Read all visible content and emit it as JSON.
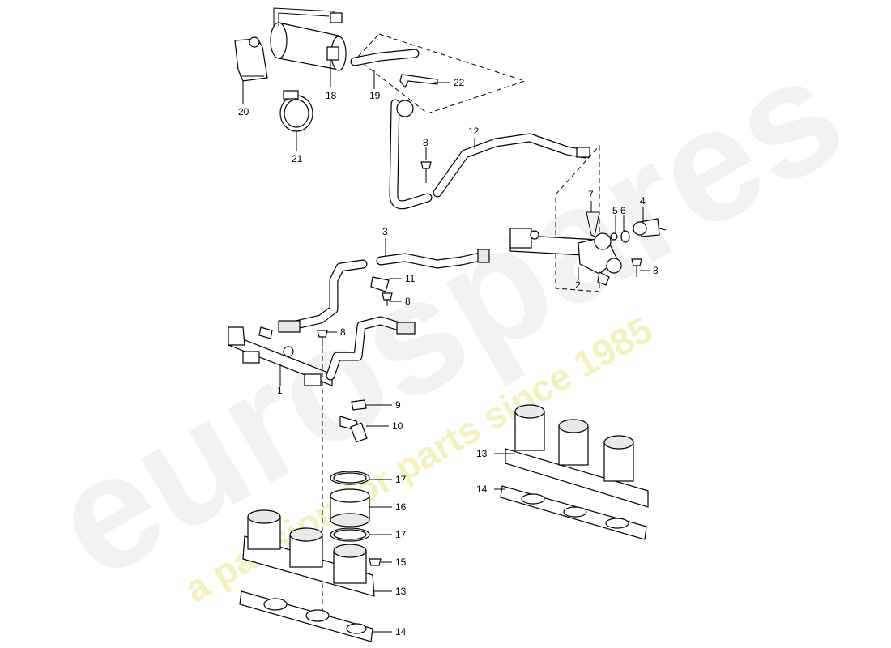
{
  "watermark": {
    "logo_text": "eurospares",
    "tagline": "a passion for parts since 1985",
    "tagline_color": "#e8e06a"
  },
  "callouts": [
    {
      "id": "c1",
      "label": "1"
    },
    {
      "id": "c2",
      "label": "2"
    },
    {
      "id": "c3",
      "label": "3"
    },
    {
      "id": "c4",
      "label": "4"
    },
    {
      "id": "c5",
      "label": "5"
    },
    {
      "id": "c6",
      "label": "6"
    },
    {
      "id": "c7",
      "label": "7"
    },
    {
      "id": "c8a",
      "label": "8"
    },
    {
      "id": "c8b",
      "label": "8"
    },
    {
      "id": "c8c",
      "label": "8"
    },
    {
      "id": "c8d",
      "label": "8"
    },
    {
      "id": "c9",
      "label": "9"
    },
    {
      "id": "c10",
      "label": "10"
    },
    {
      "id": "c11",
      "label": "11"
    },
    {
      "id": "c12",
      "label": "12"
    },
    {
      "id": "c13a",
      "label": "13"
    },
    {
      "id": "c13b",
      "label": "13"
    },
    {
      "id": "c14a",
      "label": "14"
    },
    {
      "id": "c14b",
      "label": "14"
    },
    {
      "id": "c15",
      "label": "15"
    },
    {
      "id": "c16",
      "label": "16"
    },
    {
      "id": "c17a",
      "label": "17"
    },
    {
      "id": "c17b",
      "label": "17"
    },
    {
      "id": "c18",
      "label": "18"
    },
    {
      "id": "c19",
      "label": "19"
    },
    {
      "id": "c20",
      "label": "20"
    },
    {
      "id": "c21",
      "label": "21"
    },
    {
      "id": "c22",
      "label": "22"
    }
  ]
}
